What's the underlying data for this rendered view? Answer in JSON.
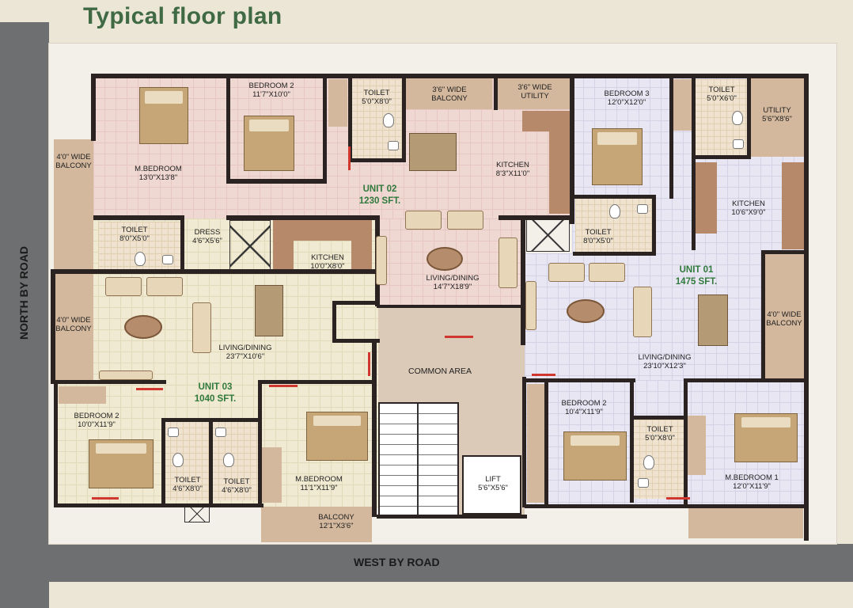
{
  "page": {
    "title": "Typical floor plan",
    "corner_text": ""
  },
  "roads": {
    "west": "WEST BY ROAD",
    "north": "NORTH BY ROAD"
  },
  "units": {
    "unit02": {
      "name": "UNIT 02",
      "area": "1230 SFT."
    },
    "unit01": {
      "name": "UNIT 01",
      "area": "1475 SFT."
    },
    "unit03": {
      "name": "UNIT 03",
      "area": "1040 SFT."
    }
  },
  "rooms": {
    "u2_mbed": {
      "name": "M.BEDROOM",
      "dim": "13'0\"X13'8\""
    },
    "u2_bed2": {
      "name": "BEDROOM 2",
      "dim": "11'7\"X10'0\""
    },
    "u2_toilet_top": {
      "name": "TOILET",
      "dim": "5'0\"X8'0\""
    },
    "u2_balcony_top": {
      "name": "3'6\" WIDE",
      "dim": "BALCONY"
    },
    "u2_utility": {
      "name": "3'6\" WIDE",
      "dim": "UTILITY"
    },
    "u2_kitchen": {
      "name": "KITCHEN",
      "dim": "8'3\"X11'0\""
    },
    "u2_balcony_left": {
      "name": "4'0\" WIDE",
      "dim": "BALCONY"
    },
    "u2_toilet_low": {
      "name": "TOILET",
      "dim": "8'0\"X5'0\""
    },
    "u2_dress": {
      "name": "DRESS",
      "dim": "4'6\"X5'6\""
    },
    "u2_living": {
      "name": "LIVING/DINING",
      "dim": "14'7\"X18'9\""
    },
    "u1_bed3": {
      "name": "BEDROOM 3",
      "dim": "12'0\"X12'0\""
    },
    "u1_toilet_top": {
      "name": "TOILET",
      "dim": "5'0\"X6'0\""
    },
    "u1_utility": {
      "name": "UTILITY",
      "dim": "5'6\"X8'6\""
    },
    "u1_kitchen": {
      "name": "KITCHEN",
      "dim": "10'6\"X9'0\""
    },
    "u1_toilet_mid": {
      "name": "TOILET",
      "dim": "8'0\"X5'0\""
    },
    "u1_balcony": {
      "name": "4'0\" WIDE",
      "dim": "BALCONY"
    },
    "u1_living": {
      "name": "LIVING/DINING",
      "dim": "23'10\"X12'3\""
    },
    "u1_bed2": {
      "name": "BEDROOM 2",
      "dim": "10'4\"X11'9\""
    },
    "u1_toilet_low": {
      "name": "TOILET",
      "dim": "5'0\"X8'0\""
    },
    "u1_mbed": {
      "name": "M.BEDROOM 1",
      "dim": "12'0\"X11'9\""
    },
    "u3_kitchen": {
      "name": "KITCHEN",
      "dim": "10'0\"X8'0\""
    },
    "u3_balcony_left": {
      "name": "4'0\" WIDE",
      "dim": "BALCONY"
    },
    "u3_living": {
      "name": "LIVING/DINING",
      "dim": "23'7\"X10'6\""
    },
    "u3_bed2": {
      "name": "BEDROOM 2",
      "dim": "10'0\"X11'9\""
    },
    "u3_toilet_a": {
      "name": "TOILET",
      "dim": "4'6\"X8'0\""
    },
    "u3_toilet_b": {
      "name": "TOILET",
      "dim": "4'6\"X8'0\""
    },
    "u3_mbed": {
      "name": "M.BEDROOM",
      "dim": "11'1\"X11'9\""
    },
    "u3_balcony_bottom": {
      "name": "BALCONY",
      "dim": "12'1\"X3'6\""
    },
    "common": {
      "name": "COMMON AREA"
    },
    "lift": {
      "name": "LIFT",
      "dim": "5'6\"X5'6\""
    }
  }
}
